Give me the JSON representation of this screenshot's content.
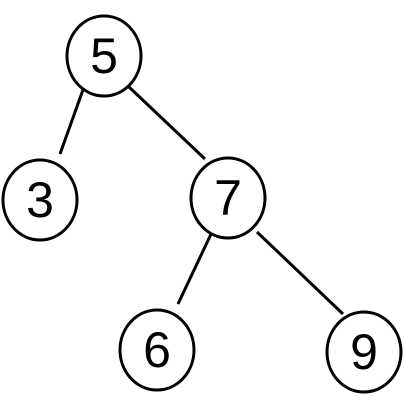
{
  "tree": {
    "root": {
      "label": "5"
    },
    "left": {
      "label": "3"
    },
    "right": {
      "label": "7"
    },
    "right_left": {
      "label": "6"
    },
    "right_right": {
      "label": "9"
    }
  },
  "colors": {
    "stroke": "#000000",
    "node_fill": "#ffffff",
    "background": "#ffffff"
  }
}
